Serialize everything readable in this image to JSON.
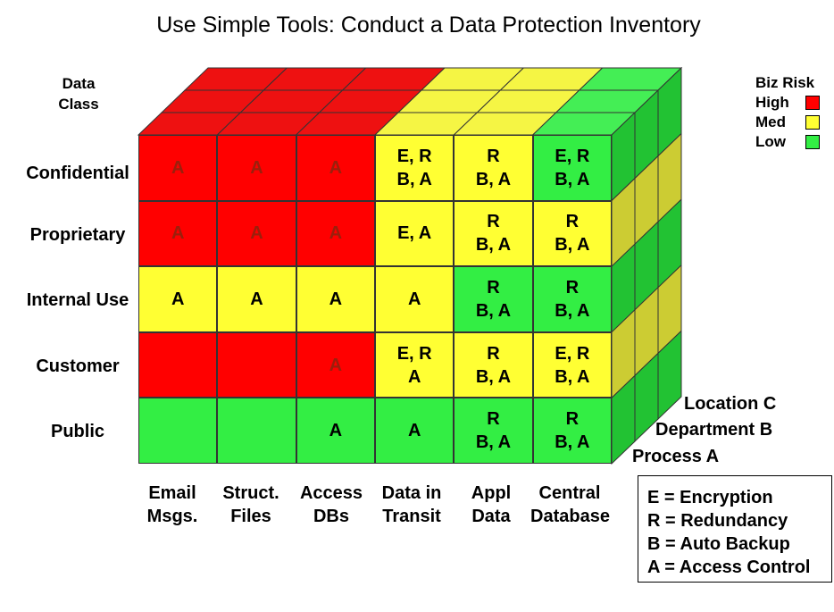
{
  "title": "Use Simple Tools:  Conduct a Data Protection Inventory",
  "data_class_label": [
    "Data",
    "Class"
  ],
  "colors": {
    "high": "#ff0000",
    "med": "#ffff33",
    "low": "#33ee44"
  },
  "row_labels": [
    "Confidential",
    "Proprietary",
    "Internal Use",
    "Customer",
    "Public"
  ],
  "column_labels": [
    [
      "Email",
      "Msgs."
    ],
    [
      "Struct.",
      "Files"
    ],
    [
      "Access",
      "DBs"
    ],
    [
      "Data in",
      "Transit"
    ],
    [
      "Appl",
      "Data"
    ],
    [
      "Central",
      "Database"
    ]
  ],
  "grid": [
    [
      {
        "risk": "high",
        "text": [
          "A"
        ]
      },
      {
        "risk": "high",
        "text": [
          "A"
        ]
      },
      {
        "risk": "high",
        "text": [
          "A"
        ]
      },
      {
        "risk": "med",
        "text": [
          "E, R",
          "B, A"
        ]
      },
      {
        "risk": "med",
        "text": [
          "R",
          "B, A"
        ]
      },
      {
        "risk": "low",
        "text": [
          "E, R",
          "B, A"
        ]
      }
    ],
    [
      {
        "risk": "high",
        "text": [
          "A"
        ]
      },
      {
        "risk": "high",
        "text": [
          "A"
        ]
      },
      {
        "risk": "high",
        "text": [
          "A"
        ]
      },
      {
        "risk": "med",
        "text": [
          "E, A"
        ]
      },
      {
        "risk": "med",
        "text": [
          "R",
          "B, A"
        ]
      },
      {
        "risk": "med",
        "text": [
          "R",
          "B, A"
        ]
      }
    ],
    [
      {
        "risk": "med",
        "text": [
          "A"
        ]
      },
      {
        "risk": "med",
        "text": [
          "A"
        ]
      },
      {
        "risk": "med",
        "text": [
          "A"
        ]
      },
      {
        "risk": "med",
        "text": [
          "A"
        ]
      },
      {
        "risk": "low",
        "text": [
          "R",
          "B, A"
        ]
      },
      {
        "risk": "low",
        "text": [
          "R",
          "B, A"
        ]
      }
    ],
    [
      {
        "risk": "high",
        "text": []
      },
      {
        "risk": "high",
        "text": []
      },
      {
        "risk": "high",
        "text": [
          "A"
        ]
      },
      {
        "risk": "med",
        "text": [
          "E, R",
          "A"
        ]
      },
      {
        "risk": "med",
        "text": [
          "R",
          "B, A"
        ]
      },
      {
        "risk": "med",
        "text": [
          "E, R",
          "B, A"
        ]
      }
    ],
    [
      {
        "risk": "low",
        "text": []
      },
      {
        "risk": "low",
        "text": []
      },
      {
        "risk": "low",
        "text": [
          "A"
        ]
      },
      {
        "risk": "low",
        "text": [
          "A"
        ]
      },
      {
        "risk": "low",
        "text": [
          "R",
          "B, A"
        ]
      },
      {
        "risk": "low",
        "text": [
          "R",
          "B, A"
        ]
      }
    ]
  ],
  "top_face_colors": [
    [
      "high",
      "high",
      "high",
      "med",
      "med",
      "low"
    ],
    [
      "high",
      "high",
      "high",
      "med",
      "med",
      "low"
    ],
    [
      "high",
      "high",
      "high",
      "med",
      "med",
      "low"
    ]
  ],
  "side_face_colors": [
    [
      "low",
      "low",
      "low"
    ],
    [
      "med",
      "med",
      "med"
    ],
    [
      "low",
      "low",
      "low"
    ],
    [
      "med",
      "med",
      "med"
    ],
    [
      "low",
      "low",
      "low"
    ]
  ],
  "biz_risk_legend": {
    "title": "Biz Risk",
    "items": [
      {
        "label": "High",
        "risk": "high"
      },
      {
        "label": "Med",
        "risk": "med"
      },
      {
        "label": "Low",
        "risk": "low"
      }
    ]
  },
  "depth_labels": [
    "Process A",
    "Department B",
    "Location C"
  ],
  "key": [
    "E = Encryption",
    "R = Redundancy",
    "B = Auto Backup",
    "A = Access Control"
  ]
}
